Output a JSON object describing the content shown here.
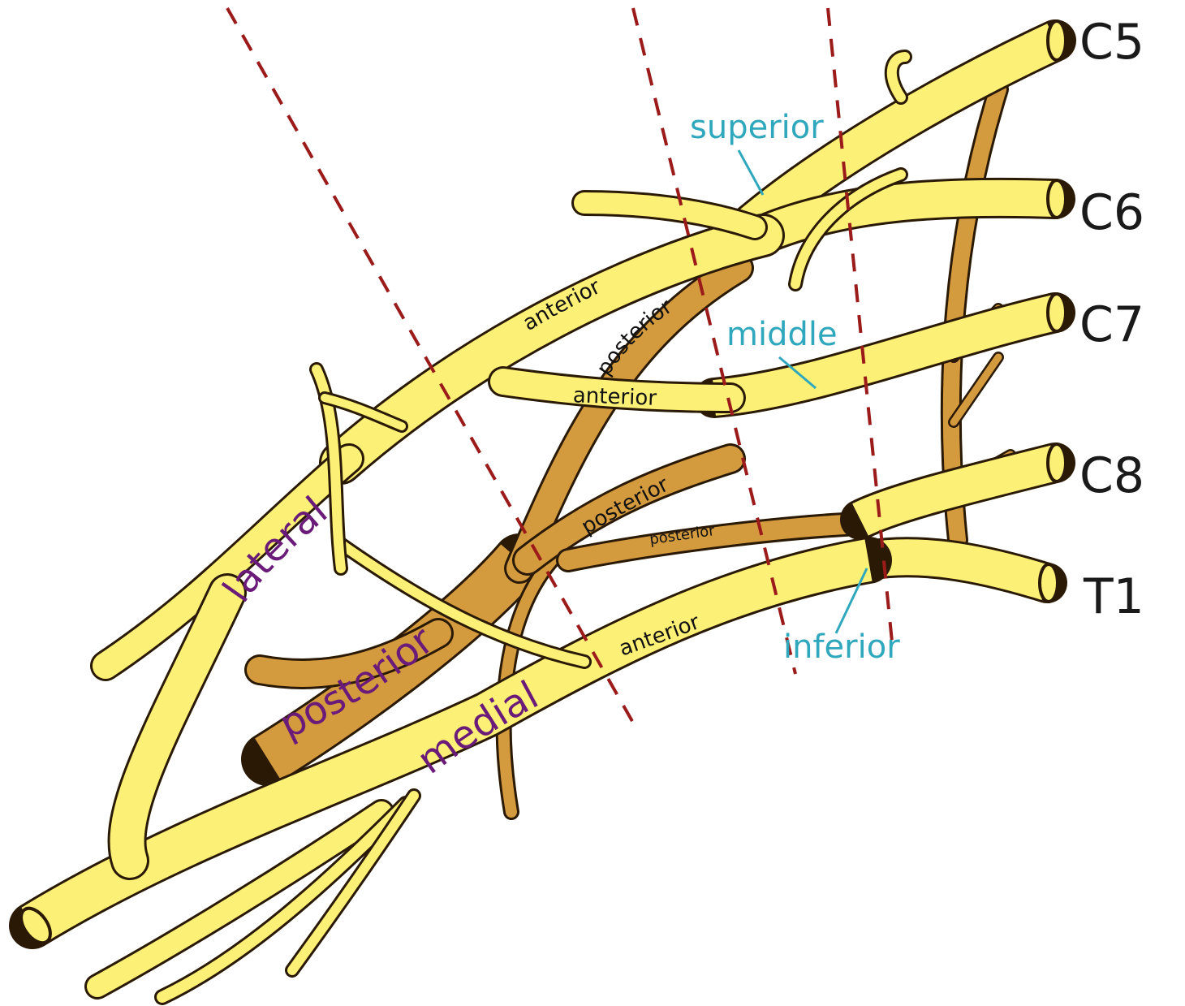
{
  "colors": {
    "nerve_fill": "#fdf076",
    "posterior_fill": "#d49a3e",
    "outline": "#2a1a05",
    "trunk_label": "#2fa8bd",
    "cord_label": "#6a1a78",
    "division_label": "#111111",
    "zone_line": "#9b1a1a"
  },
  "roots": [
    "C5",
    "C6",
    "C7",
    "C8",
    "T1"
  ],
  "trunks": {
    "superior": "superior",
    "middle": "middle",
    "inferior": "inferior"
  },
  "divisions": {
    "anterior": "anterior",
    "posterior": "posterior"
  },
  "cords": {
    "lateral": "lateral",
    "posterior": "posterior",
    "medial": "medial"
  }
}
